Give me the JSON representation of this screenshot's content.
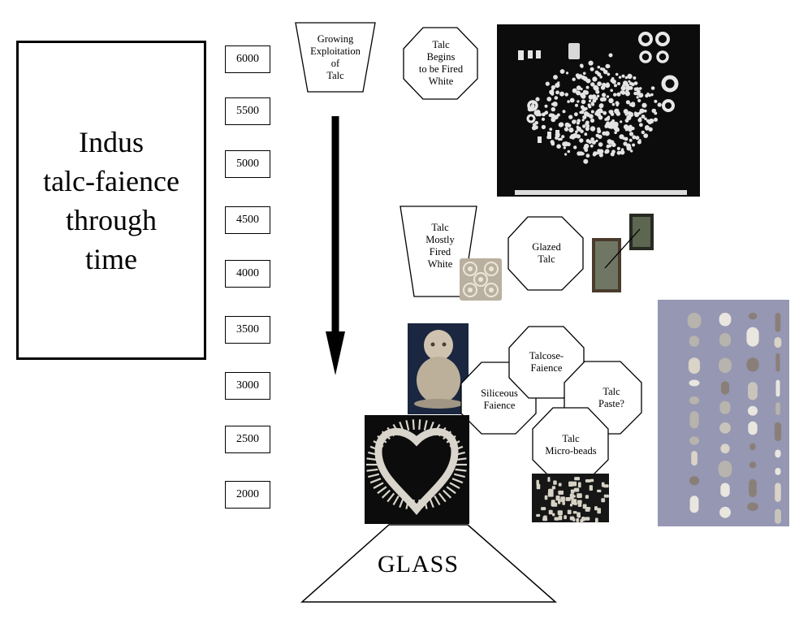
{
  "title": "Indus\ntalc-faience\nthrough\ntime",
  "timeline": [
    "6000",
    "5500",
    "5000",
    "4500",
    "4000",
    "3500",
    "3000",
    "2500",
    "2000"
  ],
  "nodes": {
    "growing_exploitation": "Growing\nExploitation\nof\nTalc",
    "talc_begins_fired_white": "Talc\nBegins\nto be Fired\nWhite",
    "talc_mostly_fired_white": "Talc\nMostly\nFired\nWhite",
    "glazed_talc": "Glazed\nTalc",
    "siliceous_faience": "Siliceous\nFaience",
    "talcose_faience": "Talcose-\nFaience",
    "talc_paste": "Talc\nPaste?",
    "talc_micro_beads": "Talc\nMicro-beads",
    "glass": "GLASS"
  },
  "colors": {
    "line": "#000000",
    "photo_dark": "#0c0c0c",
    "bead_panel": "#9597b3"
  }
}
